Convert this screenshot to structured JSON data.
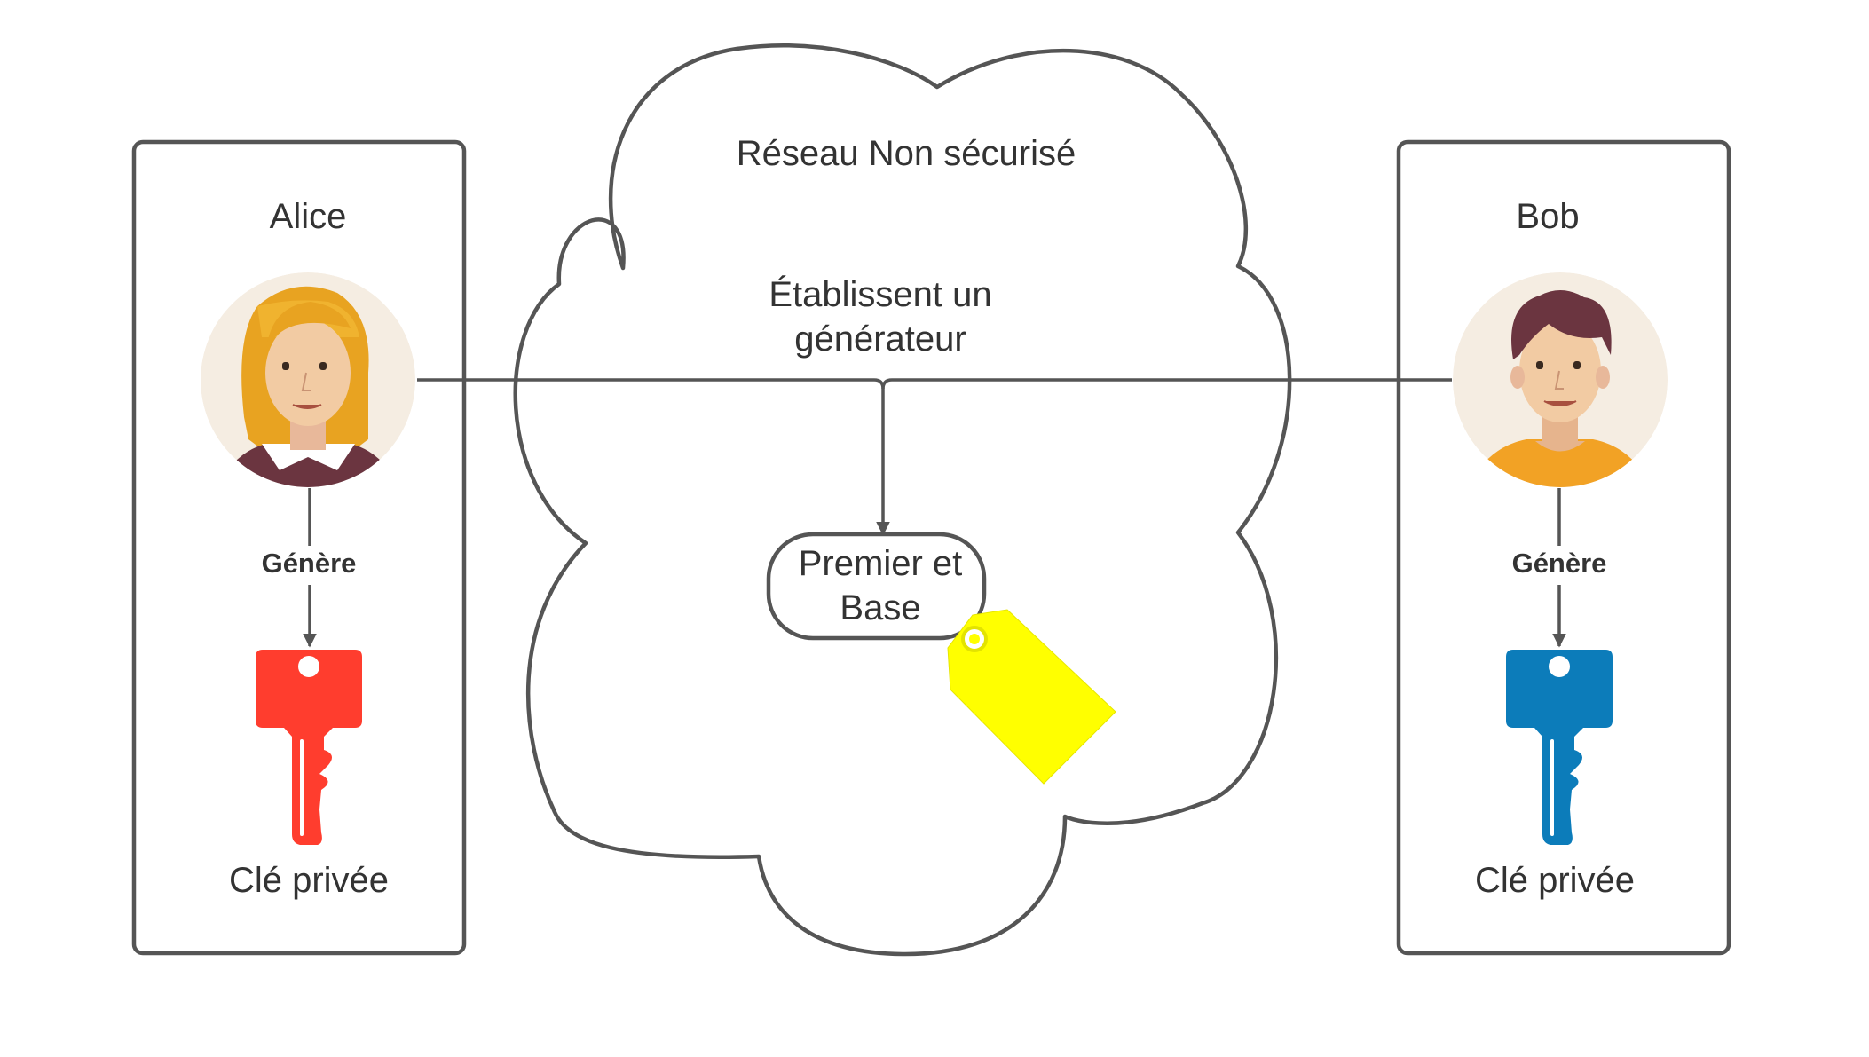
{
  "network": {
    "title": "Réseau Non sécurisé",
    "exchange_line1": "Établissent un",
    "exchange_line2": "générateur"
  },
  "shared": {
    "line1": "Premier et",
    "line2": "Base"
  },
  "alice": {
    "name": "Alice",
    "action": "Génère",
    "key_label": "Clé privée",
    "key_color": "#FF3D2E"
  },
  "bob": {
    "name": "Bob",
    "action": "Génère",
    "key_label": "Clé privée",
    "key_color": "#0C7CBA"
  },
  "colors": {
    "stroke": "#555555",
    "text": "#333333",
    "tag": "#FFFF00"
  }
}
